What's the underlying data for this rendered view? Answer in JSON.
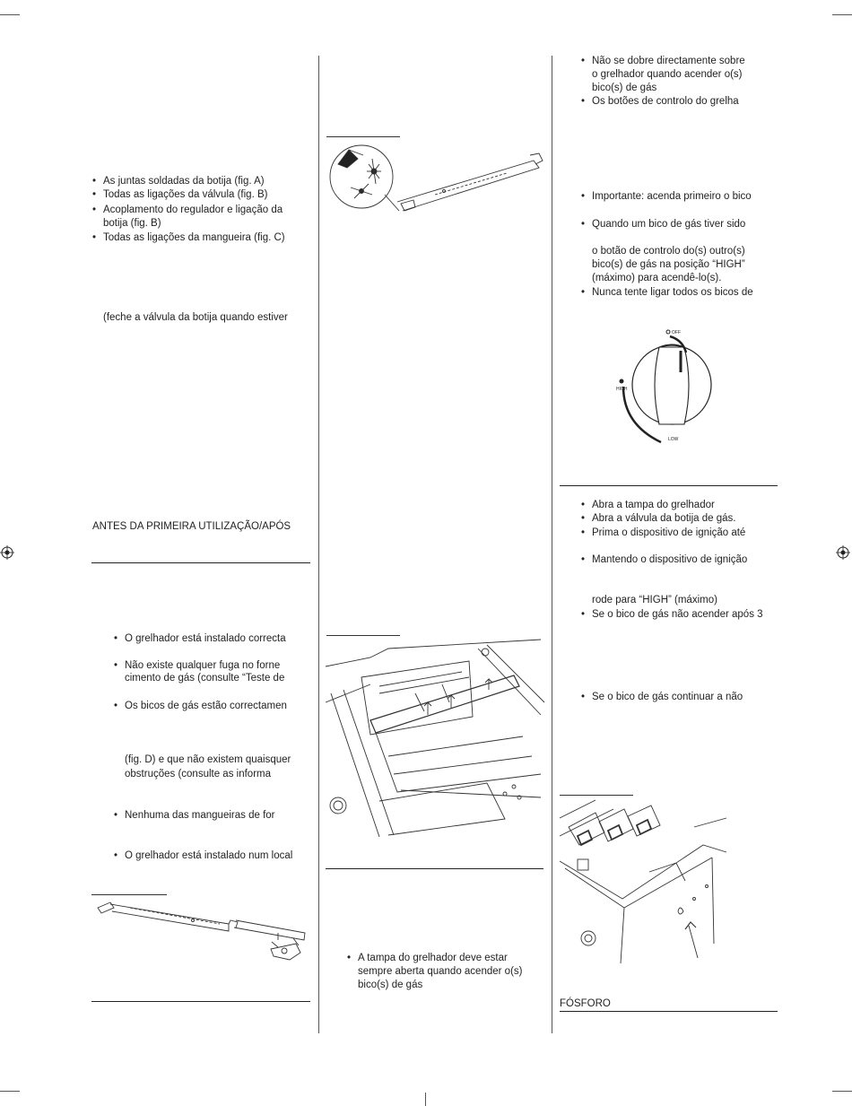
{
  "col1": {
    "check_points": [
      "As juntas soldadas da botija (fig. A)",
      "Todas as ligações da válvula (fig. B)",
      "Acoplamento do regulador e ligação da",
      "Todas as ligações da mangueira (fig. C)"
    ],
    "check_points_cont": "botija (fig. B)",
    "close_valve_note": "(feche a válvula da botija quando estiver",
    "section_heading": "ANTES DA PRIMEIRA UTILIZAÇÃO/APÓS",
    "checklist": [
      "O grelhador está instalado correcta",
      "Não existe qualquer fuga no forne",
      "Os bicos de gás estão correctamen",
      "Nenhuma das mangueiras de for",
      "O grelhador está instalado num local"
    ],
    "checklist_cont_1": "cimento de gás (consulte “Teste de",
    "checklist_cont_2a": "(fig. D) e que não existem quaisquer",
    "checklist_cont_2b": "obstruções (consulte as informa"
  },
  "col2": {
    "lid_warning": "A tampa do grelhador deve estar",
    "lid_warning_2": "sempre aberta quando acender o(s)",
    "lid_warning_3": "bico(s) de gás"
  },
  "col3": {
    "warnings": [
      "Não se dobre directamente sobre",
      "Os botões de controlo do grelha"
    ],
    "warning_cont_1": "o grelhador quando acender o(s)",
    "warning_cont_2": "bico(s) de gás",
    "important": "Importante: acenda primeiro o bico",
    "when_lit": "Quando um bico de gás tiver sido",
    "when_lit_cont_1": "o botão de controlo do(s) outro(s)",
    "when_lit_cont_2": "bico(s) de gás na posição “HIGH”",
    "when_lit_cont_3": "(máximo) para acendê-lo(s).",
    "never": "Nunca tente ligar todos os bicos de",
    "knob_labels": {
      "off": "OFF",
      "high": "HIGH",
      "low": "LOW"
    },
    "steps": [
      "Abra a tampa do grelhador",
      "Abra a válvula da botija de gás.",
      "Prima o dispositivo de ignição até",
      "Mantendo o dispositivo de ignição"
    ],
    "step_cont": "rode para “HIGH” (máximo)",
    "if_not_lit": "Se o bico de gás não acender após 3",
    "if_still_not_lit": "Se o bico de gás continuar a não",
    "match_heading": "FÓSFORO"
  },
  "icons": [
    "registration-mark-icon",
    "crop-mark-icon"
  ]
}
